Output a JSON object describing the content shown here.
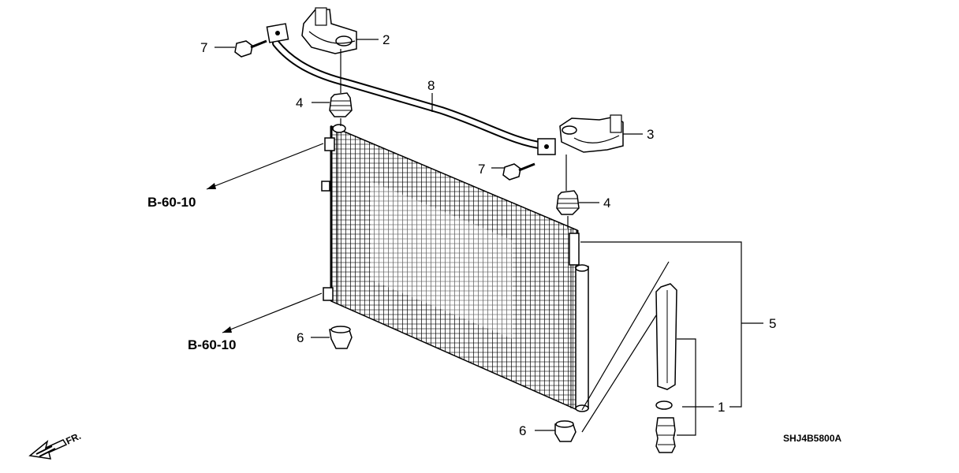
{
  "diagram": {
    "callouts": {
      "c1": "1",
      "c2": "2",
      "c3": "3",
      "c4a": "4",
      "c4b": "4",
      "c5": "5",
      "c6a": "6",
      "c6b": "6",
      "c7a": "7",
      "c7b": "7",
      "c8": "8"
    },
    "references": {
      "upper": "B-60-10",
      "lower": "B-60-10"
    },
    "direction_label": "FR.",
    "drawing_code": "SHJ4B5800A"
  },
  "icons": {
    "direction": "front-direction-arrow-icon"
  }
}
